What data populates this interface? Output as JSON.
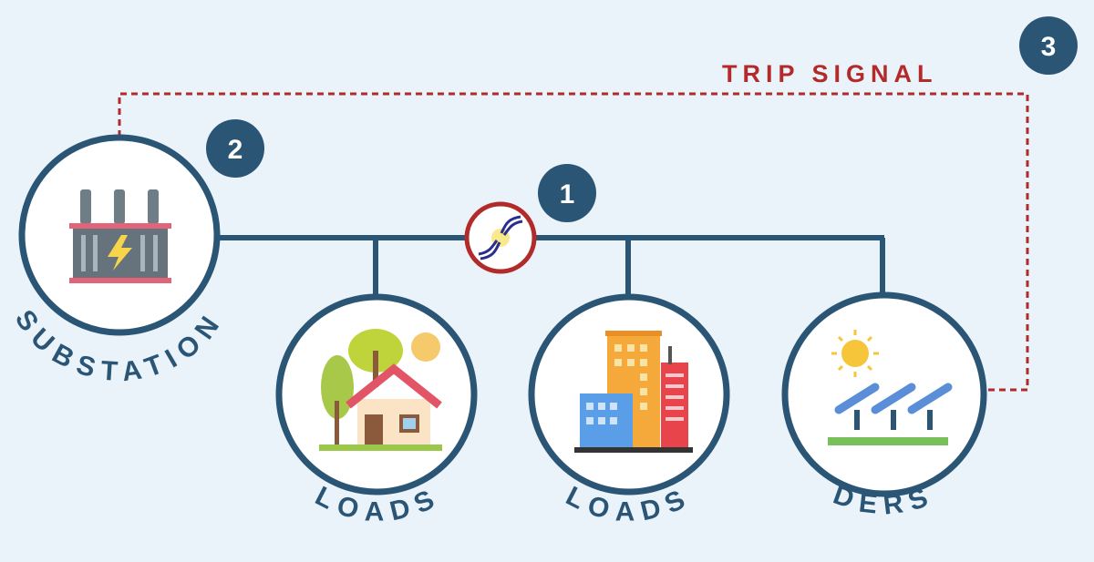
{
  "trip_signal": {
    "label": "TRIP SIGNAL",
    "color": "#b22a2a"
  },
  "badges": [
    "1",
    "2",
    "3"
  ],
  "nodes": {
    "substation": {
      "label": "SUBSTATION",
      "icon": "transformer-icon"
    },
    "loads_home": {
      "label": "LOADS",
      "icon": "house-icon"
    },
    "loads_city": {
      "label": "LOADS",
      "icon": "buildings-icon"
    },
    "ders": {
      "label": "DERS",
      "icon": "solar-panel-icon"
    }
  },
  "fault": {
    "icon": "broken-cable-icon"
  },
  "colors": {
    "line": "#2b5575",
    "background": "#eaf2fa",
    "fault": "#b22a2a"
  }
}
